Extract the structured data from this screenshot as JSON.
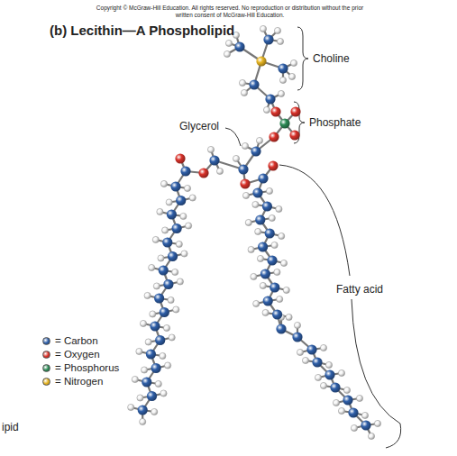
{
  "diagram": {
    "title": "(b) Lecithin—A Phospholipid",
    "labels": [
      "Copyright © McGraw-Hill Education. All rights reserved. No reproduction or distribution without the prior written consent of McGraw-Hill Education.",
      "Choline",
      "Phosphate",
      "Glycerol",
      "Fatty acid",
      "ipid"
    ],
    "legend": [
      {
        "text": "= Carbon",
        "color": "#2f5fa8"
      },
      {
        "text": "= Oxygen",
        "color": "#d9332b"
      },
      {
        "text": "= Phosphorus",
        "color": "#2e8b57"
      },
      {
        "text": "= Nitrogen",
        "color": "#e6b422"
      }
    ]
  }
}
